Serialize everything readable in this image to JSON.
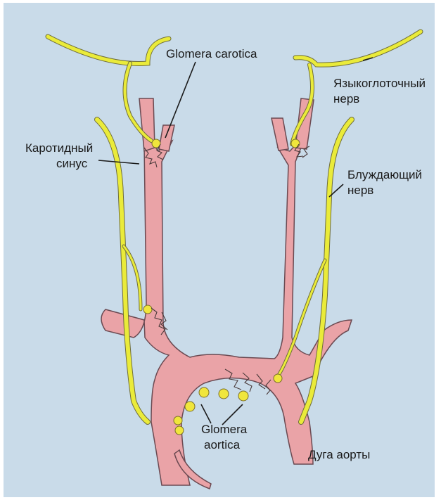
{
  "labels": {
    "glomera_carotica": "Glomera carotica",
    "glossopharyngeal_line1": "Языкоглоточный",
    "glossopharyngeal_line2": "нерв",
    "carotid_sinus_line1": "Каротидный",
    "carotid_sinus_line2": "синус",
    "vagus_line1": "Блуждающий",
    "vagus_line2": "нерв",
    "glomera_aortica_line1": "Glomera",
    "glomera_aortica_line2": "aortica",
    "aortic_arch": "Дуга аорты"
  },
  "colors": {
    "background": "#c9dbe9",
    "vessel_fill": "#eaa3a7",
    "vessel_outline": "#6b4a52",
    "nerve_yellow": "#eaeb3a",
    "nerve_outline": "#6f6e3a",
    "ganglion_yellow": "#f0e63c",
    "plexus": "#4a3a3a"
  }
}
